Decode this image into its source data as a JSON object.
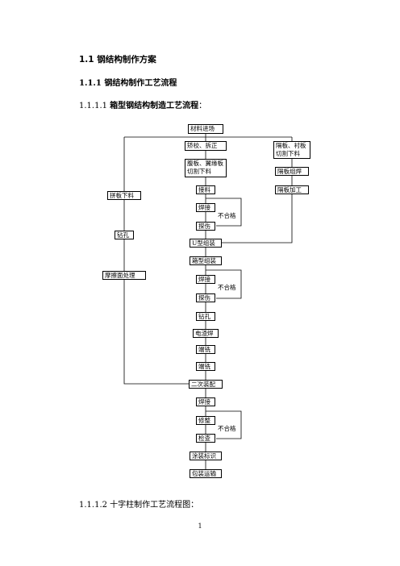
{
  "headings": {
    "h1": "1.1 钢结构制作方案",
    "h2": "1.1.1 钢结构制作工艺流程",
    "h3_num": "1.1.1.1 ",
    "h3_text": "箱型钢结构制造工艺流程",
    "h3_tail": "：",
    "h4": "1.1.1.2 十字柱制作工艺流程图："
  },
  "page_number": "1",
  "flow": {
    "material_in": "材料进场",
    "cutting_unstack": "矫校、拆正",
    "web_flange": "腹板、翼缘板切割下料",
    "partition_liner": "隔板、衬板切割下料",
    "partition_assembly": "隔板组焊",
    "partition_machining": "隔板加工",
    "splice_plate": "拼板下料",
    "drilling_left": "钻孔",
    "friction_surface": "摩擦面处理",
    "joint": "接料",
    "weld1": "焊接",
    "inspect1": "探伤",
    "reject1": "不合格",
    "u_assembly": "U型组装",
    "box_assembly": "箱型组装",
    "weld2": "焊接",
    "inspect2": "探伤",
    "reject2": "不合格",
    "drill2": "钻孔",
    "electroslag": "电渣焊",
    "end_mill": "端铣",
    "end_mill2": "端铣",
    "secondary_assembly": "二次装配",
    "weld3": "焊接",
    "correct": "修整",
    "check": "检查",
    "reject3": "不合格",
    "coating_marking": "涂装标识",
    "package_transport": "包装运输"
  }
}
